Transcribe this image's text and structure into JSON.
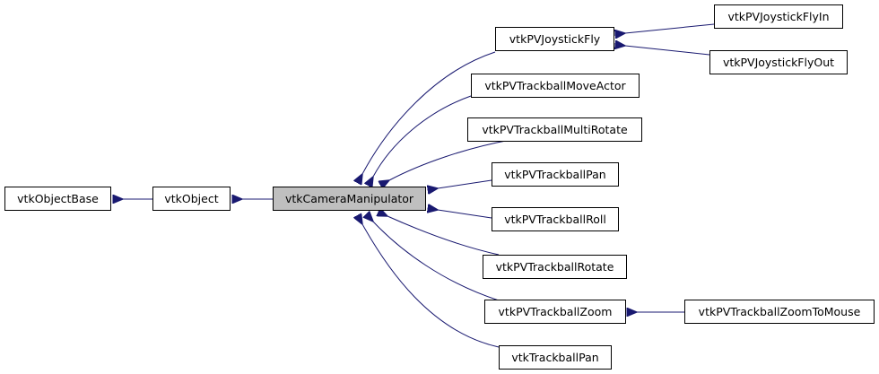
{
  "diagram": {
    "type": "inheritance-graph",
    "colors": {
      "edge": "#191970",
      "node_border": "#000000",
      "node_fill": "#ffffff",
      "current_node_fill": "#bfbfbf"
    },
    "nodes": {
      "vtkObjectBase": "vtkObjectBase",
      "vtkObject": "vtkObject",
      "vtkCameraManipulator": "vtkCameraManipulator",
      "vtkPVJoystickFly": "vtkPVJoystickFly",
      "vtkPVJoystickFlyIn": "vtkPVJoystickFlyIn",
      "vtkPVJoystickFlyOut": "vtkPVJoystickFlyOut",
      "vtkPVTrackballMoveActor": "vtkPVTrackballMoveActor",
      "vtkPVTrackballMultiRotate": "vtkPVTrackballMultiRotate",
      "vtkPVTrackballPan": "vtkPVTrackballPan",
      "vtkPVTrackballRoll": "vtkPVTrackballRoll",
      "vtkPVTrackballRotate": "vtkPVTrackballRotate",
      "vtkPVTrackballZoom": "vtkPVTrackballZoom",
      "vtkPVTrackballZoomToMouse": "vtkPVTrackballZoomToMouse",
      "vtkTrackballPan": "vtkTrackballPan"
    },
    "current_node": "vtkCameraManipulator",
    "inheritance": [
      {
        "child": "vtkObject",
        "parent": "vtkObjectBase"
      },
      {
        "child": "vtkCameraManipulator",
        "parent": "vtkObject"
      },
      {
        "child": "vtkPVJoystickFly",
        "parent": "vtkCameraManipulator"
      },
      {
        "child": "vtkPVTrackballMoveActor",
        "parent": "vtkCameraManipulator"
      },
      {
        "child": "vtkPVTrackballMultiRotate",
        "parent": "vtkCameraManipulator"
      },
      {
        "child": "vtkPVTrackballPan",
        "parent": "vtkCameraManipulator"
      },
      {
        "child": "vtkPVTrackballRoll",
        "parent": "vtkCameraManipulator"
      },
      {
        "child": "vtkPVTrackballRotate",
        "parent": "vtkCameraManipulator"
      },
      {
        "child": "vtkPVTrackballZoom",
        "parent": "vtkCameraManipulator"
      },
      {
        "child": "vtkTrackballPan",
        "parent": "vtkCameraManipulator"
      },
      {
        "child": "vtkPVJoystickFlyIn",
        "parent": "vtkPVJoystickFly"
      },
      {
        "child": "vtkPVJoystickFlyOut",
        "parent": "vtkPVJoystickFly"
      },
      {
        "child": "vtkPVTrackballZoomToMouse",
        "parent": "vtkPVTrackballZoom"
      }
    ]
  }
}
